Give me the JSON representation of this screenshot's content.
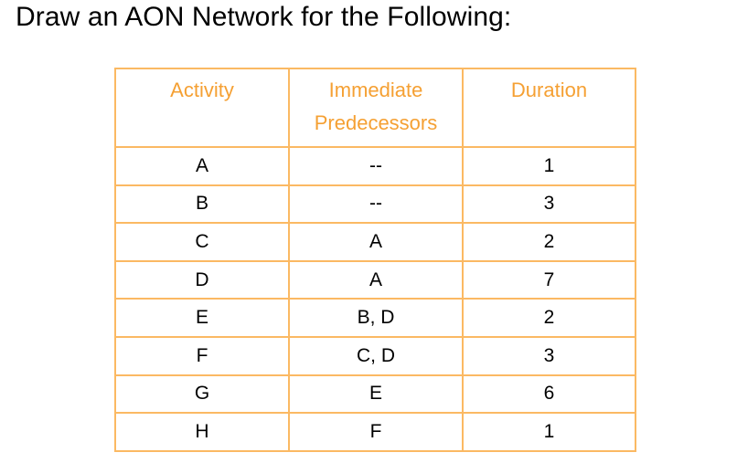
{
  "title": "Draw an AON Network for the Following:",
  "table": {
    "headers": {
      "activity": "Activity",
      "predecessors_line1": "Immediate",
      "predecessors_line2": "Predecessors",
      "duration": "Duration"
    },
    "rows": [
      {
        "activity": "A",
        "predecessors": "--",
        "duration": "1"
      },
      {
        "activity": "B",
        "predecessors": "--",
        "duration": "3"
      },
      {
        "activity": "C",
        "predecessors": "A",
        "duration": "2"
      },
      {
        "activity": "D",
        "predecessors": "A",
        "duration": "7"
      },
      {
        "activity": "E",
        "predecessors": "B, D",
        "duration": "2"
      },
      {
        "activity": "F",
        "predecessors": "C, D",
        "duration": "3"
      },
      {
        "activity": "G",
        "predecessors": "E",
        "duration": "6"
      },
      {
        "activity": "H",
        "predecessors": "F",
        "duration": "1"
      }
    ]
  },
  "colors": {
    "border": "#fbb963",
    "header_text": "#f5a033",
    "body_text": "#000000"
  }
}
